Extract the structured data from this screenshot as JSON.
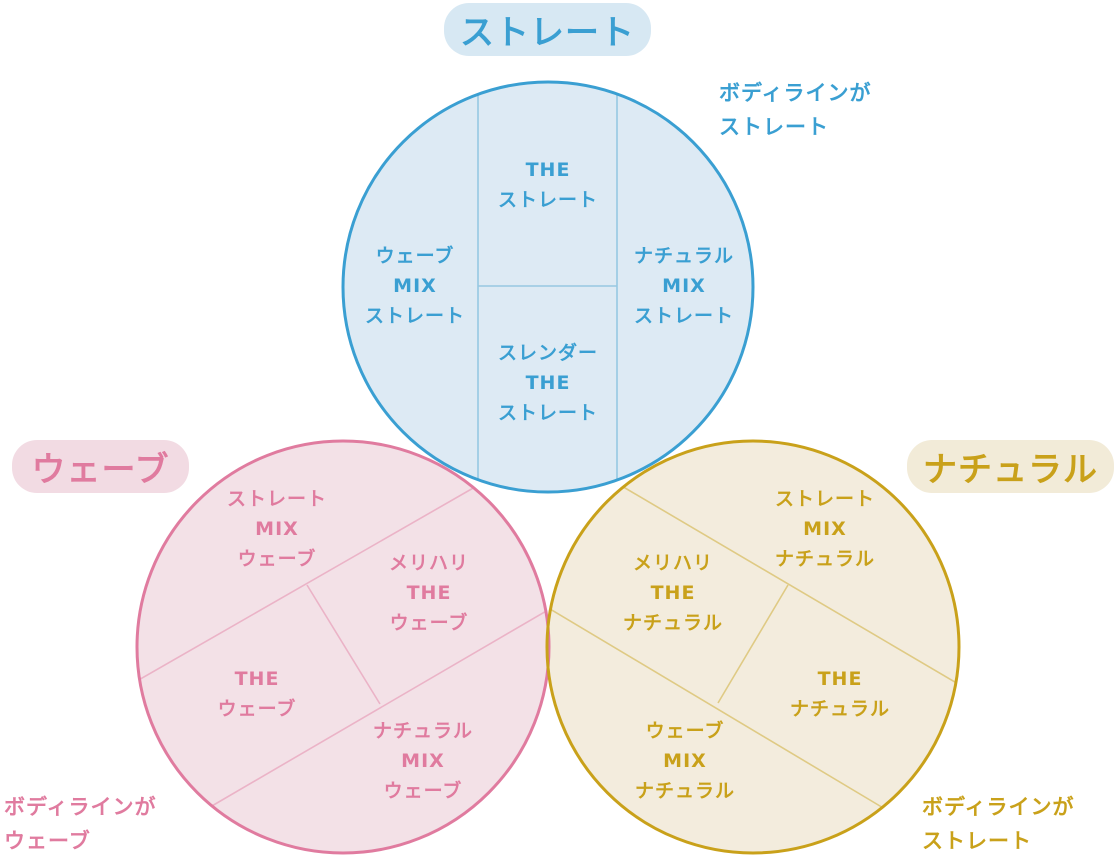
{
  "colors": {
    "straight": "#3a9fd2",
    "straight_fill": "#ddeaf4",
    "straight_pill": "#d7e8f3",
    "wave": "#e07b9f",
    "wave_fill": "#f3e1e7",
    "wave_pill": "#f2dbe3",
    "natural": "#c9a11a",
    "natural_fill": "#f3ecdd",
    "natural_pill": "#f2ebd8",
    "straight_inner": "#96c8e2",
    "wave_inner": "#ebb3c7",
    "natural_inner": "#dfca84"
  },
  "straight": {
    "title": "ストレート",
    "note": "ボディラインが\nストレート",
    "segments": {
      "left": "ウェーブ\nMIX\nストレート",
      "top": "THE\nストレート",
      "bottom": "スレンダー\nTHE\nストレート",
      "right": "ナチュラル\nMIX\nストレート"
    }
  },
  "wave": {
    "title": "ウェーブ",
    "note": "ボディラインが\nウェーブ",
    "segments": {
      "top_left": "ストレート\nMIX\nウェーブ",
      "center": "メリハリ\nTHE\nウェーブ",
      "left": "THE\nウェーブ",
      "bottom": "ナチュラル\nMIX\nウェーブ"
    }
  },
  "natural": {
    "title": "ナチュラル",
    "note": "ボディラインが\nストレート",
    "segments": {
      "top_right": "ストレート\nMIX\nナチュラル",
      "center": "メリハリ\nTHE\nナチュラル",
      "right": "THE\nナチュラル",
      "bottom": "ウェーブ\nMIX\nナチュラル"
    }
  }
}
